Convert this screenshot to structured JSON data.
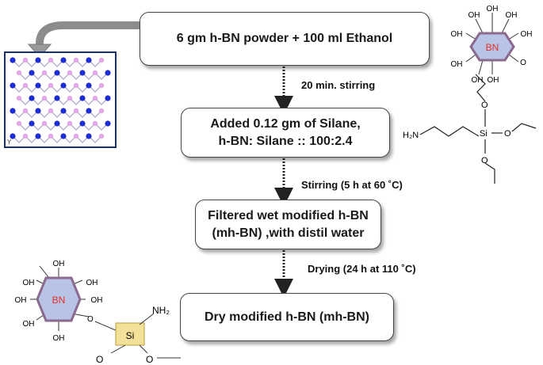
{
  "boxes": {
    "step1": "6 gm h-BN powder + 100 ml Ethanol",
    "step2_line1": "Added 0.12 gm of Silane,",
    "step2_line2": "h-BN: Silane :: 100:2.4",
    "step3_line1": "Filtered wet modified h-BN",
    "step3_line2": "(mh-BN) ,with distil water",
    "step4": "Dry modified h-BN (mh-BN)"
  },
  "transitions": {
    "t1": "20 min. stirring",
    "t2": "Stirring  (5 h at 60 ˚C)",
    "t3": "Drying  (24 h at 110 ˚C)"
  },
  "hbn_top": {
    "center": "BN",
    "oh": "OH",
    "o": "O"
  },
  "silane": {
    "h2n": "H₂N",
    "si": "Si",
    "o": "O"
  },
  "mhbn": {
    "center": "BN",
    "oh": "OH",
    "nh2": "NH₂",
    "si": "Si",
    "o": "O"
  },
  "lattice": {
    "corner": "Y"
  },
  "colors": {
    "hexagon_fill": "#b9c3e6",
    "hexagon_stroke": "#8a6a8e",
    "bn_label": "#e0302a",
    "si_box": "#f3e19a",
    "nitrogen_atom": "#1f2bd6",
    "boron_atom": "#e6a6e2",
    "lattice_frame": "#1a2f6e"
  }
}
